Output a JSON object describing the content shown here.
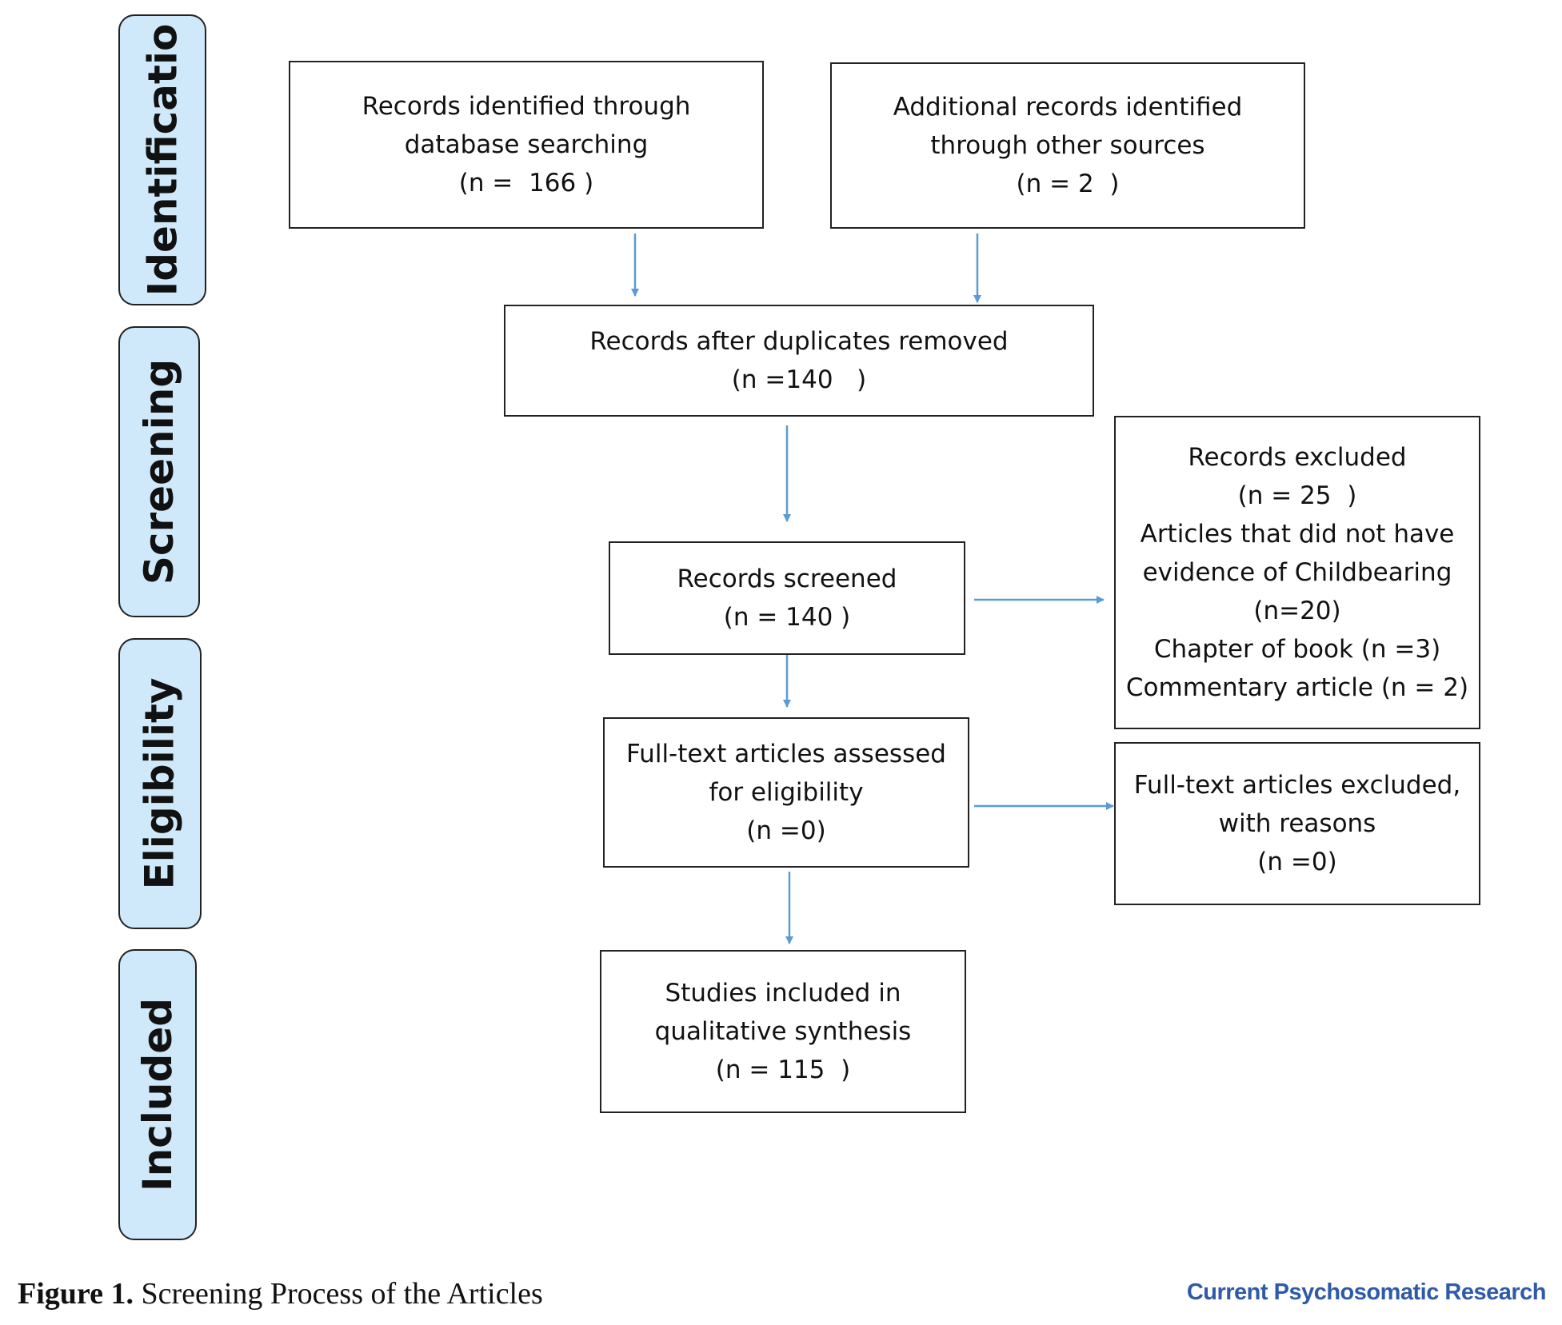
{
  "stages": {
    "identification": "Identificatio",
    "screening": "Screening",
    "eligibility": "Eligibility",
    "included": "Included"
  },
  "boxes": {
    "database_records": {
      "lines": [
        "Records identified through",
        "database searching",
        "(n =  166 )"
      ]
    },
    "other_sources": {
      "lines": [
        "Additional records identified",
        "through other sources",
        "(n = 2  )"
      ]
    },
    "after_duplicates": {
      "lines": [
        "Records after duplicates removed",
        "(n =140   )"
      ]
    },
    "records_excluded": {
      "lines": [
        "Records excluded",
        "(n = 25  )",
        "Articles that did not have",
        "evidence of Childbearing",
        "(n=20)",
        "Chapter of book (n =3)",
        "Commentary article (n = 2)"
      ]
    },
    "records_screened": {
      "lines": [
        "Records screened",
        "(n = 140 )"
      ]
    },
    "fulltext_assessed": {
      "lines": [
        "Full-text articles assessed",
        "for eligibility",
        "(n =0)"
      ]
    },
    "fulltext_excluded": {
      "lines": [
        "Full-text articles excluded,",
        "with reasons",
        "(n =0)"
      ]
    },
    "included_studies": {
      "lines": [
        "Studies included in",
        "qualitative synthesis",
        "(n = 115  )"
      ]
    }
  },
  "caption": {
    "label": "Figure 1.",
    "text": " Screening Process of the Articles"
  },
  "journal_name": "Current Psychosomatic Research",
  "colors": {
    "arrow": "#5b9bd5",
    "stage_fill": "#cfe8fa",
    "journal": "#2e5aa8"
  }
}
